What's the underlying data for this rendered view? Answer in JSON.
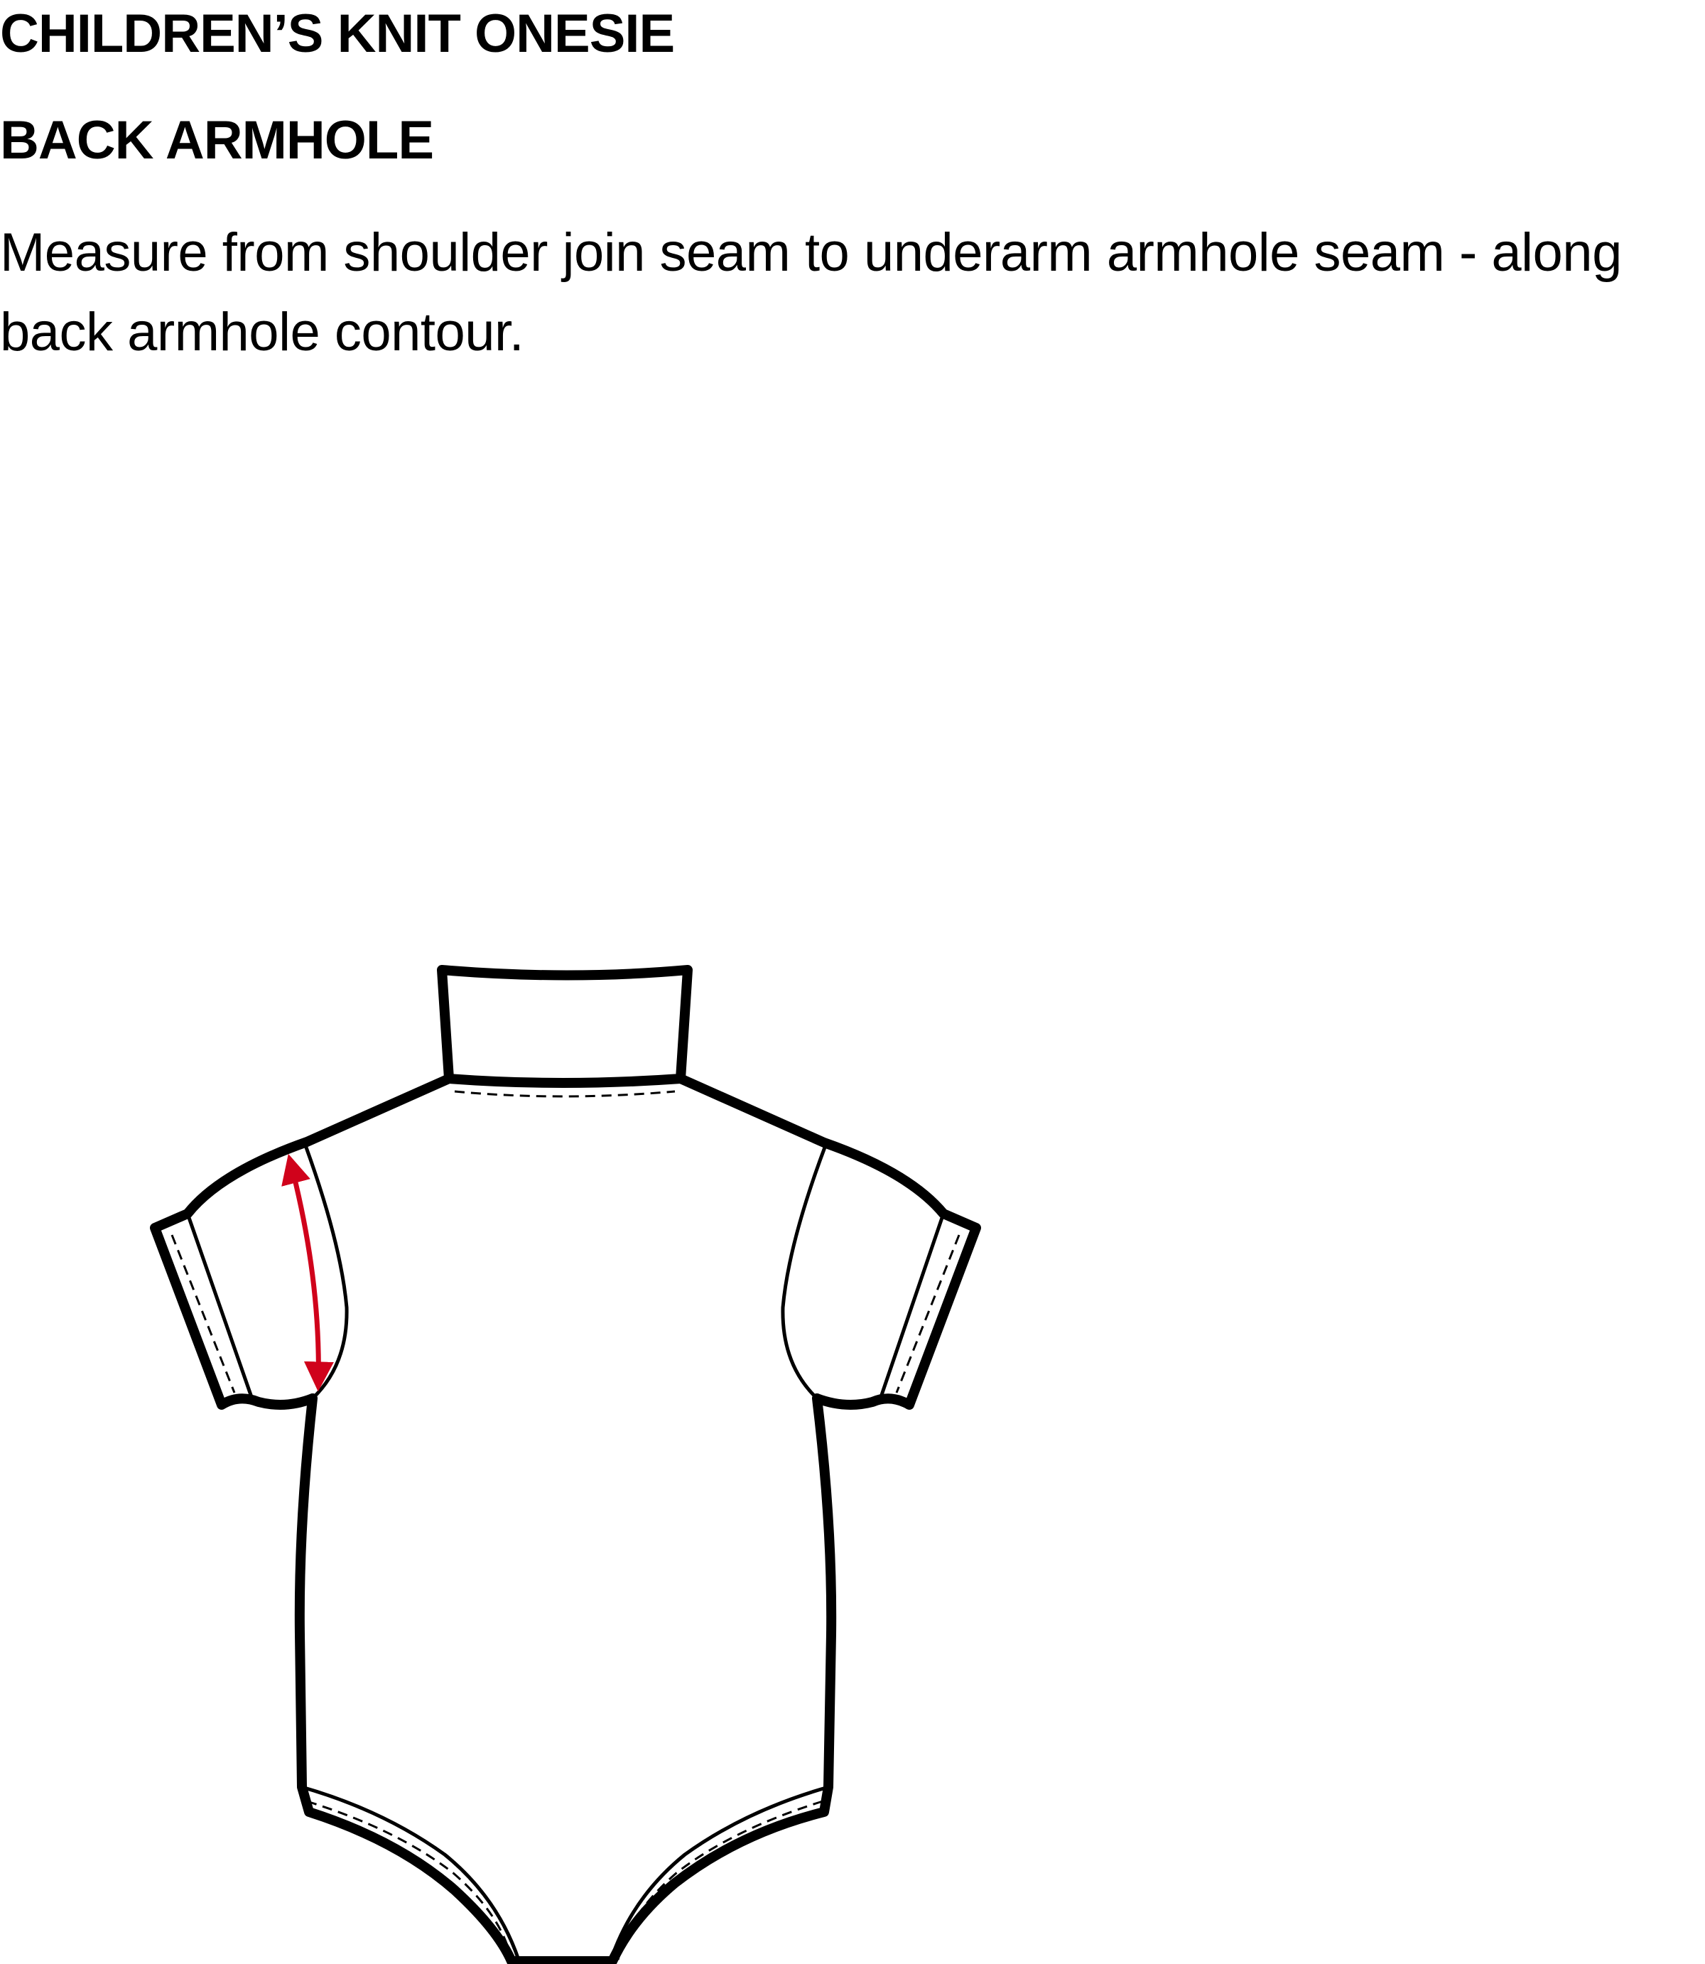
{
  "header": {
    "title": "CHILDREN’S KNIT ONESIE",
    "subtitle": "BACK ARMHOLE",
    "instructions": "Measure from shoulder join seam to underarm armhole seam - along back armhole contour."
  },
  "figure": {
    "icon": "onesie-back-flat-sketch",
    "outline_color": "#000000",
    "measurement_color": "#d0021b"
  }
}
